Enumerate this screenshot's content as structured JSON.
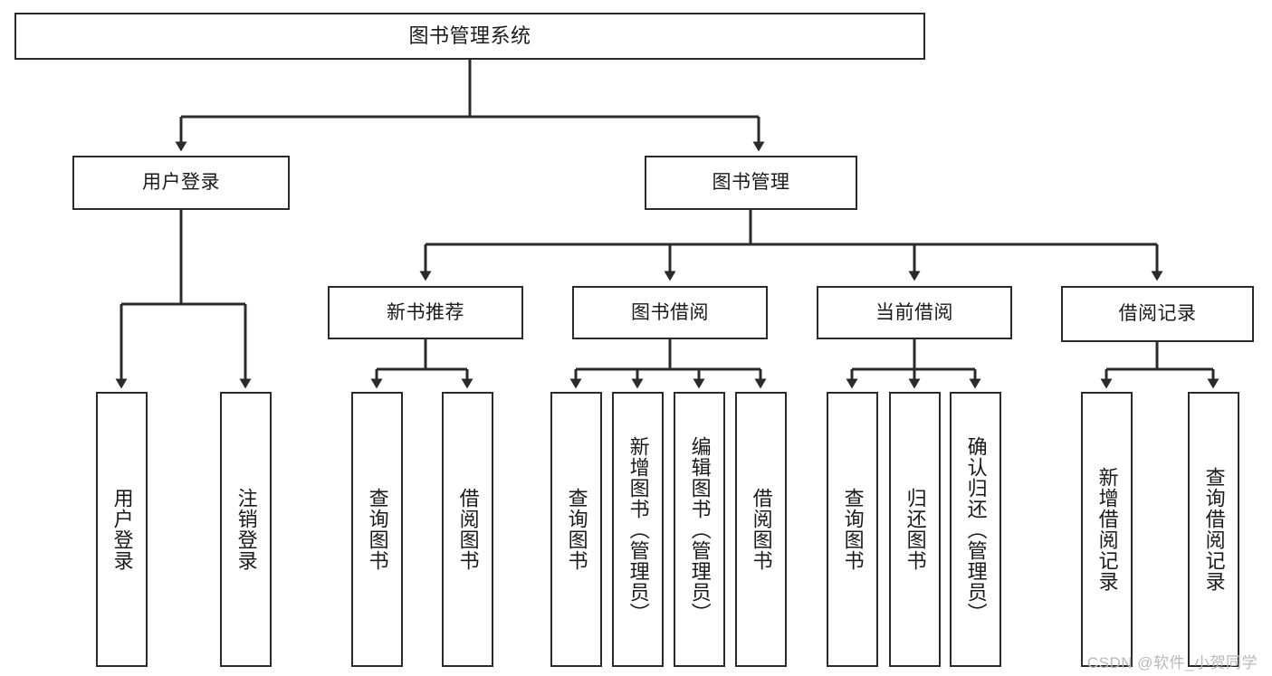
{
  "diagram": {
    "title": "图书管理系统",
    "root": {
      "label": "图书管理系统"
    },
    "level1": [
      {
        "label": "用户登录"
      },
      {
        "label": "图书管理"
      }
    ],
    "level2": [
      {
        "label": "新书推荐"
      },
      {
        "label": "图书借阅"
      },
      {
        "label": "当前借阅"
      },
      {
        "label": "借阅记录"
      }
    ],
    "leaves": [
      {
        "label": "用户登录"
      },
      {
        "label": "注销登录"
      },
      {
        "label": "查询图书"
      },
      {
        "label": "借阅图书"
      },
      {
        "label": "查询图书"
      },
      {
        "label": "新增图书（管理员）"
      },
      {
        "label": "编辑图书（管理员）"
      },
      {
        "label": "借阅图书"
      },
      {
        "label": "查询图书"
      },
      {
        "label": "归还图书"
      },
      {
        "label": "确认归还（管理员）"
      },
      {
        "label": "新增借阅记录"
      },
      {
        "label": "查询借阅记录"
      }
    ],
    "watermark": "CSDN @软件_小贺同学",
    "colors": {
      "stroke": "#2b2b2b",
      "fill": "#ffffff",
      "text": "#1a1a1a",
      "watermark": "#b9b9b9"
    }
  }
}
